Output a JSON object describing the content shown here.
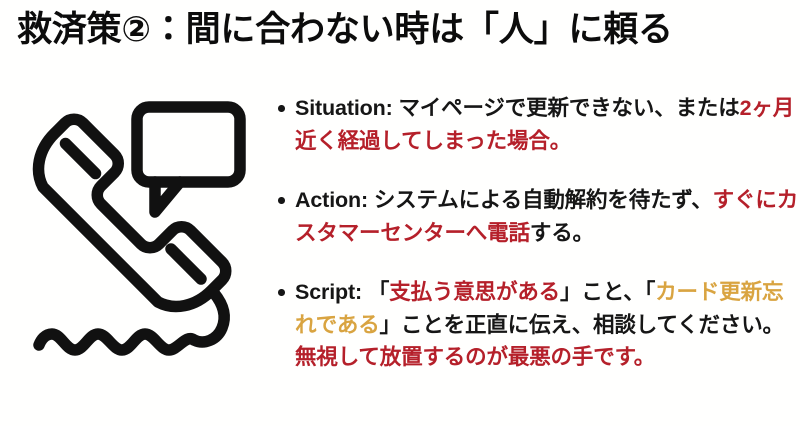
{
  "slide": {
    "title": "救済策②：間に合わない時は「人」に頼る",
    "background_color": "#fffffe",
    "colors": {
      "text_black": "#161616",
      "accent_red": "#b5202a",
      "accent_orange": "#d9a441",
      "title_black": "#0c0c0c"
    }
  },
  "icon": {
    "name": "phone-handset-with-speech-bubble-icon",
    "description": "Outlined telephone handset tilted diagonally with a rectangular speech bubble and a wavy cord",
    "stroke_color": "#111111"
  },
  "bullets": [
    {
      "id": "situation",
      "label": "Situation:",
      "runs": [
        {
          "text": "Situation:",
          "color": "black"
        },
        {
          "text": " マイページで更新できない、または",
          "color": "black"
        },
        {
          "text": "2ヶ月近く経過してしまった場合。",
          "color": "red"
        }
      ]
    },
    {
      "id": "action",
      "label": "Action:",
      "runs": [
        {
          "text": "Action:",
          "color": "black"
        },
        {
          "text": " システムによる自動解約を待たず、",
          "color": "black"
        },
        {
          "text": "すぐにカスタマーセンターへ電話",
          "color": "red"
        },
        {
          "text": "する。",
          "color": "black"
        }
      ]
    },
    {
      "id": "script",
      "label": "Script:",
      "runs": [
        {
          "text": "Script:",
          "color": "black"
        },
        {
          "text": " 「",
          "color": "black"
        },
        {
          "text": "支払う意思がある",
          "color": "red"
        },
        {
          "text": "」こと、「",
          "color": "black"
        },
        {
          "text": "カード更新忘れである",
          "color": "orange"
        },
        {
          "text": "」ことを正直に伝え、相談してください。",
          "color": "black"
        },
        {
          "text": "無視して放置するのが最悪の手です。",
          "color": "red"
        }
      ]
    }
  ]
}
